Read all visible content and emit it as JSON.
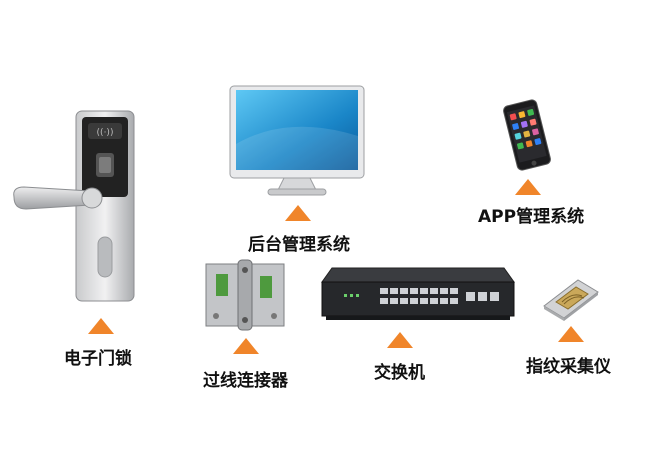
{
  "colors": {
    "arrow": "#f0852a",
    "label": "#111111"
  },
  "components": [
    {
      "id": "lock",
      "label": "电子门锁",
      "icon": "electronic-door-lock-icon"
    },
    {
      "id": "connector",
      "label": "过线连接器",
      "icon": "wire-connector-icon"
    },
    {
      "id": "backend",
      "label": "后台管理系统",
      "icon": "monitor-icon"
    },
    {
      "id": "switch",
      "label": "交换机",
      "icon": "network-switch-icon"
    },
    {
      "id": "app",
      "label": "APP管理系统",
      "icon": "smartphone-icon"
    },
    {
      "id": "fingerprint",
      "label": "指纹采集仪",
      "icon": "fingerprint-reader-icon"
    }
  ]
}
